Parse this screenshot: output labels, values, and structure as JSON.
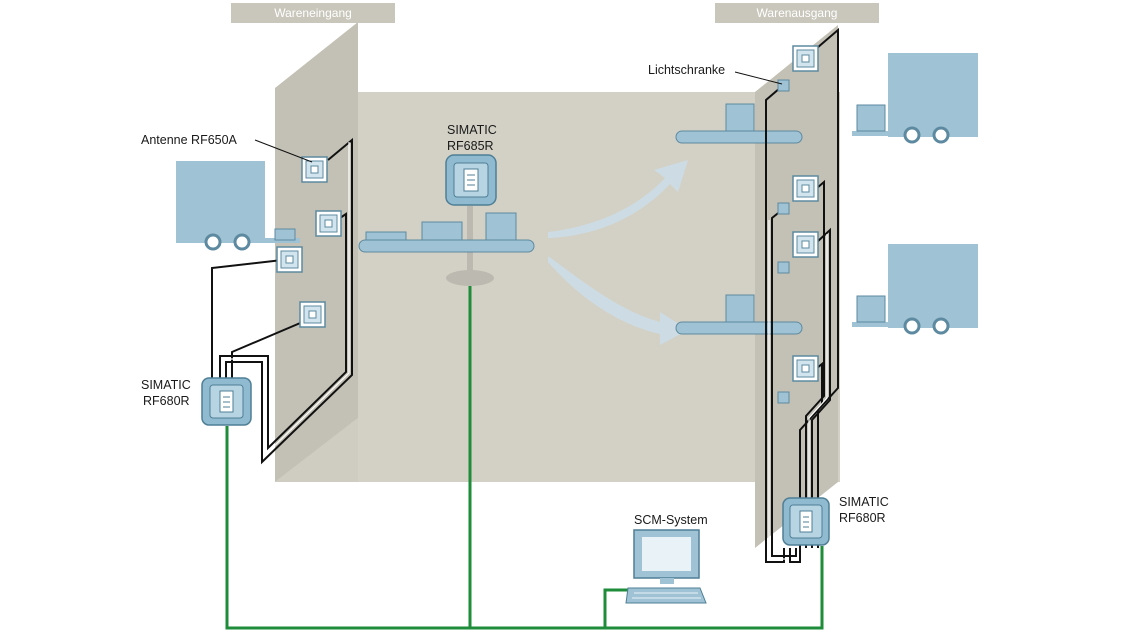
{
  "zones": {
    "inbound_label": "Wareneingang",
    "outbound_label": "Warenausgang"
  },
  "labels": {
    "antenna_label": "Antenne RF650A",
    "light_barrier_label": "Lichtschranke",
    "scm_label": "SCM-System",
    "reader_center_line1": "SIMATIC",
    "reader_center_line2": "RF685R",
    "reader_left_line1": "SIMATIC",
    "reader_left_line2": "RF680R",
    "reader_right_line1": "SIMATIC",
    "reader_right_line2": "RF680R"
  },
  "colors": {
    "wall": "#c9c7bb",
    "back_wall": "#d8d6cb",
    "header_bar": "#c9c7bb",
    "truck": "#9fc3d4",
    "network_line": "#1e8c3a",
    "device": "#8fbad0"
  }
}
